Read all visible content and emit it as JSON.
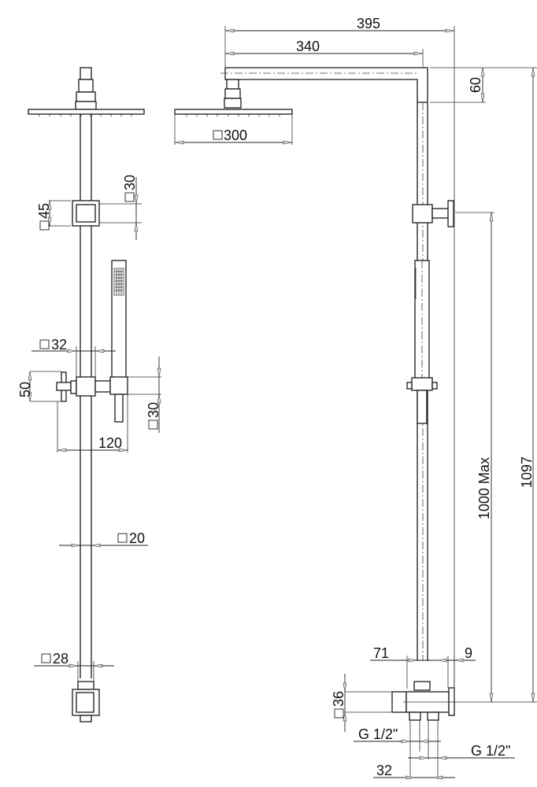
{
  "diagram": {
    "type": "technical-drawing",
    "subject": "shower column with overhead rain head, hand shower and diverter",
    "views": {
      "front": {
        "labels": {
          "bracket_size": "30",
          "bracket_height": "45",
          "mixer_size": "32",
          "mixer_height": "50",
          "holder_size": "30",
          "handle_span": "120",
          "tube_size": "20",
          "inlet_size": "28"
        }
      },
      "side": {
        "labels": {
          "overall_projection": "395",
          "arm_length": "340",
          "arm_drop": "60",
          "head_size": "300",
          "adjustable_height": "1000 Max",
          "overall_height": "1097",
          "diverter_offset": "71",
          "plate_thickness": "9",
          "diverter_size": "36",
          "inlet_left": "G 1/2\"",
          "inlet_right": "G 1/2\"",
          "inlet_spacing": "32"
        }
      }
    },
    "square_symbol": "□",
    "colors": {
      "line": "#1a1a1a",
      "background": "#ffffff",
      "arrow_fill": "#dddddd"
    }
  }
}
